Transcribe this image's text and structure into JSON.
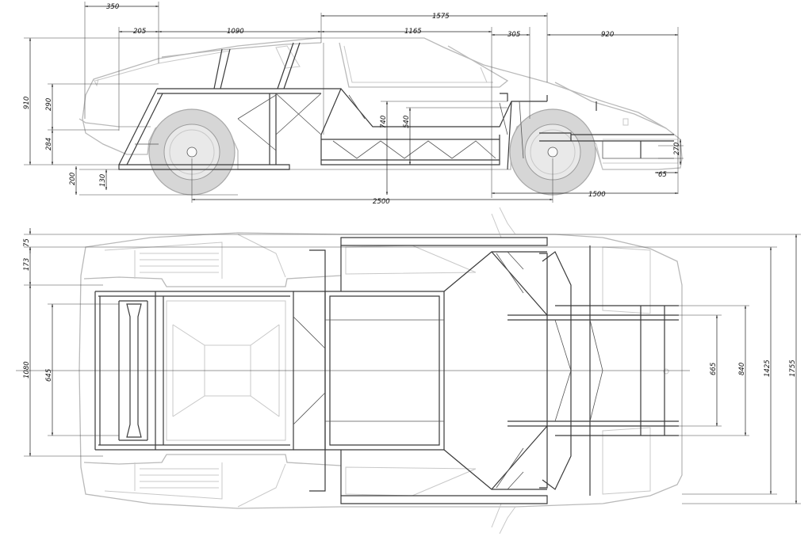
{
  "side_view": {
    "dims_top": [
      "350",
      "205",
      "1090",
      "1575",
      "1165",
      "305",
      "920"
    ],
    "dims_left": [
      "910",
      "290",
      "284",
      "200",
      "130"
    ],
    "dims_inner": [
      "740",
      "540"
    ],
    "dims_right": [
      "270",
      "65"
    ],
    "dims_bottom": [
      "2500",
      "1500"
    ]
  },
  "top_view": {
    "dims_left": [
      "75",
      "173",
      "1080",
      "645"
    ],
    "dims_right": [
      "665",
      "840",
      "1425",
      "1755"
    ]
  }
}
